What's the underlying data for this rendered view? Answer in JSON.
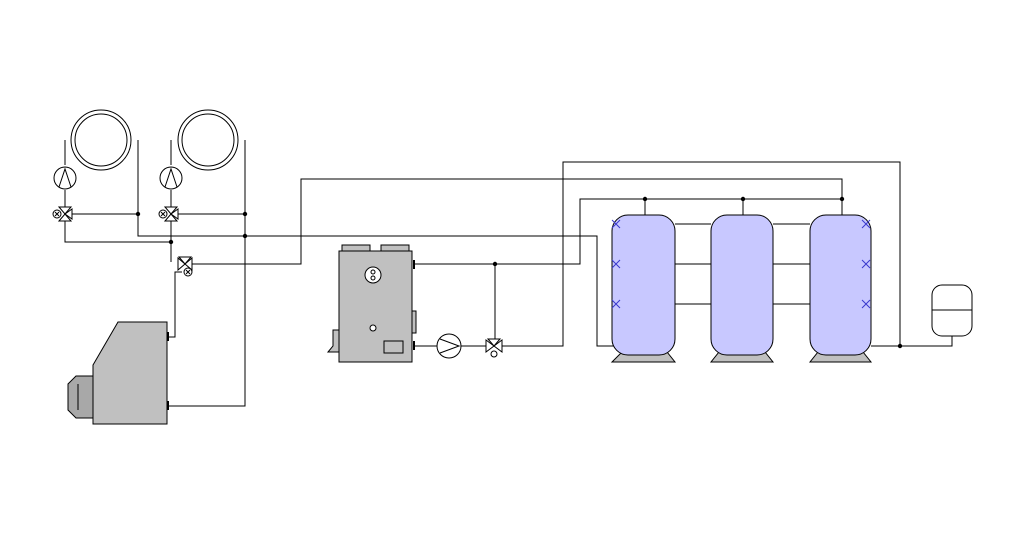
{
  "diagram": {
    "type": "hydronic-heating-schematic",
    "colors": {
      "pipe": "#000000",
      "tank_fill": "#c8c8ff",
      "tank_sensor": "#3a3acc",
      "equipment_fill": "#c0c0c0",
      "background": "#ffffff"
    },
    "components": [
      {
        "name": "radiator-loop-1",
        "icon": "radiator-coil-icon"
      },
      {
        "name": "radiator-loop-2",
        "icon": "radiator-coil-icon"
      },
      {
        "name": "circulation-pump-1",
        "icon": "pump-icon"
      },
      {
        "name": "circulation-pump-2",
        "icon": "pump-icon"
      },
      {
        "name": "mixing-valve-1",
        "icon": "three-way-valve-icon"
      },
      {
        "name": "mixing-valve-2",
        "icon": "three-way-valve-icon"
      },
      {
        "name": "diverter-valve",
        "icon": "three-way-valve-icon"
      },
      {
        "name": "oil-boiler",
        "icon": "boiler-icon"
      },
      {
        "name": "solid-fuel-boiler",
        "icon": "boiler-icon"
      },
      {
        "name": "boiler-pump",
        "icon": "pump-icon"
      },
      {
        "name": "boiler-valve",
        "icon": "three-way-valve-icon"
      },
      {
        "name": "buffer-tank-1",
        "icon": "storage-tank-icon"
      },
      {
        "name": "buffer-tank-2",
        "icon": "storage-tank-icon"
      },
      {
        "name": "buffer-tank-3",
        "icon": "storage-tank-icon"
      },
      {
        "name": "expansion-vessel",
        "icon": "expansion-tank-icon"
      }
    ]
  }
}
